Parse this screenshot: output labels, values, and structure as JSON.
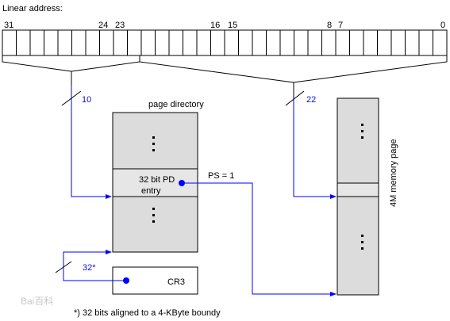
{
  "linear_address_label": "Linear address:",
  "bit_labels": {
    "b31": "31",
    "b24": "24",
    "b23": "23",
    "b16": "16",
    "b15": "15",
    "b8": "8",
    "b7": "7",
    "b0": "0"
  },
  "bits_dir": "10",
  "bits_offset": "22",
  "bits_cr3": "32*",
  "page_directory_label": "page directory",
  "pd_entry_line1": "32 bit PD",
  "pd_entry_line2": "entry",
  "ps_label": "PS = 1",
  "memory_page_label": "4M memory page",
  "cr3_label": "CR3",
  "footnote": "*) 32 bits aligned to a 4-KByte boundy",
  "watermark": "Bai百科",
  "colors": {
    "line": "#000000",
    "arrow": "#0000ff",
    "box_fill": "#dcdcdc",
    "bit_text": "#1010d0"
  }
}
